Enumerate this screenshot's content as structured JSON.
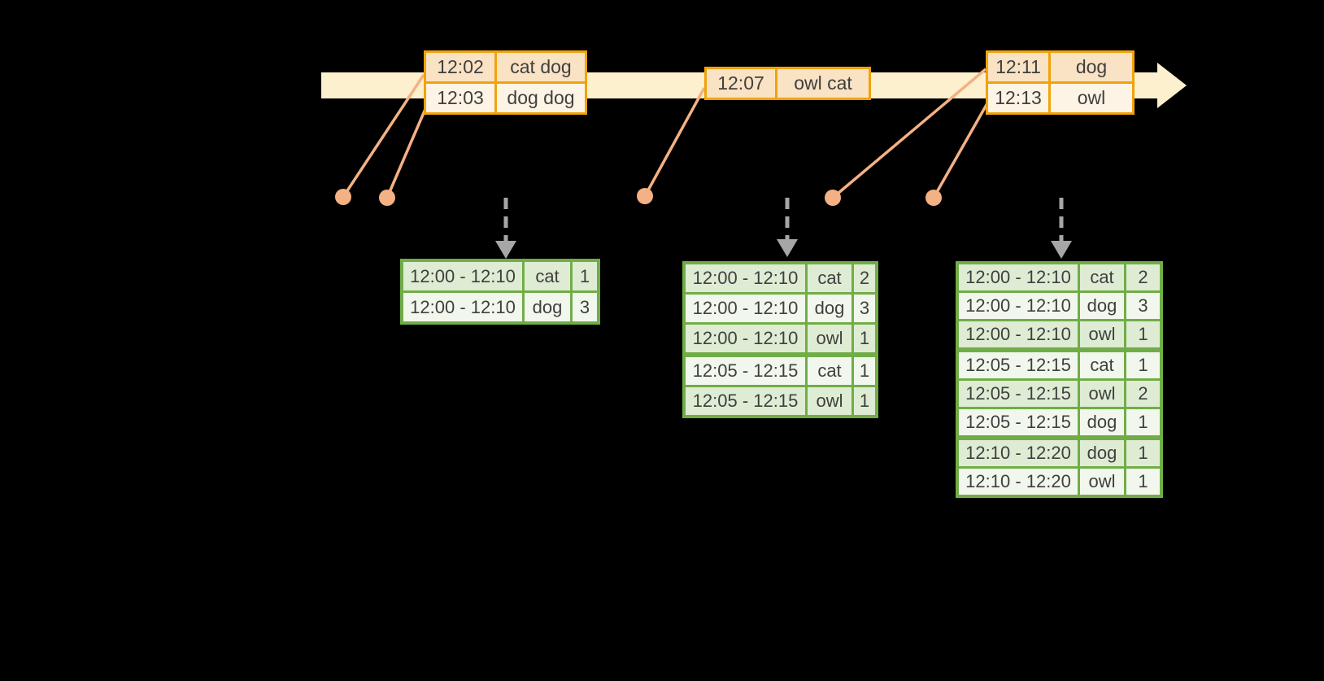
{
  "colors": {
    "background": "#000000",
    "timeline_band": "#FCF0CE",
    "event_border": "#F0A30A",
    "event_row_dark": "#FAE2C4",
    "event_row_light": "#FDF4E5",
    "connector_salmon": "#F4B183",
    "trigger_arrow_gray": "#A6A6A6",
    "table_border_green": "#70AD47",
    "table_row_dark": "#DFECD4",
    "table_row_light": "#F2F7ED",
    "text": "#3F3F3F"
  },
  "timeline": {
    "events": [
      {
        "rows": [
          {
            "time": "12:02",
            "words": "cat dog"
          },
          {
            "time": "12:03",
            "words": "dog dog"
          }
        ]
      },
      {
        "rows": [
          {
            "time": "12:07",
            "words": "owl cat"
          }
        ]
      },
      {
        "rows": [
          {
            "time": "12:11",
            "words": "dog"
          },
          {
            "time": "12:13",
            "words": "owl"
          }
        ]
      }
    ]
  },
  "result_tables": [
    {
      "rows": [
        {
          "window": "12:00 - 12:10",
          "word": "cat",
          "count": "1"
        },
        {
          "window": "12:00 - 12:10",
          "word": "dog",
          "count": "3"
        }
      ]
    },
    {
      "rows": [
        {
          "window": "12:00 - 12:10",
          "word": "cat",
          "count": "2"
        },
        {
          "window": "12:00 - 12:10",
          "word": "dog",
          "count": "3"
        },
        {
          "window": "12:00 - 12:10",
          "word": "owl",
          "count": "1"
        },
        {
          "window": "12:05 - 12:15",
          "word": "cat",
          "count": "1"
        },
        {
          "window": "12:05 - 12:15",
          "word": "owl",
          "count": "1"
        }
      ]
    },
    {
      "rows": [
        {
          "window": "12:00 - 12:10",
          "word": "cat",
          "count": "2"
        },
        {
          "window": "12:00 - 12:10",
          "word": "dog",
          "count": "3"
        },
        {
          "window": "12:00 - 12:10",
          "word": "owl",
          "count": "1"
        },
        {
          "window": "12:05 - 12:15",
          "word": "cat",
          "count": "1"
        },
        {
          "window": "12:05 - 12:15",
          "word": "owl",
          "count": "2"
        },
        {
          "window": "12:05 - 12:15",
          "word": "dog",
          "count": "1"
        },
        {
          "window": "12:10 - 12:20",
          "word": "dog",
          "count": "1"
        },
        {
          "window": "12:10 - 12:20",
          "word": "owl",
          "count": "1"
        }
      ]
    }
  ]
}
